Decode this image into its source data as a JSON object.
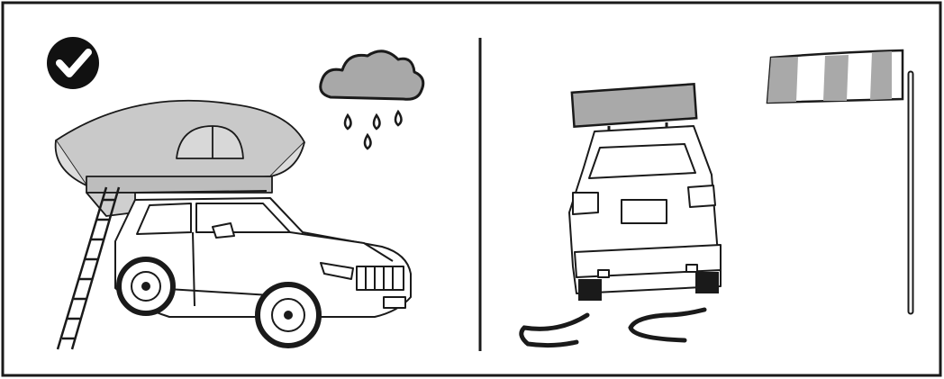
{
  "panels": [
    {
      "id": "left",
      "status_icon": "check-circle-icon",
      "weather_icon": "rain-cloud-icon",
      "scene": "suv-with-open-rooftop-tent"
    },
    {
      "id": "right",
      "weather_icon": "windsock-icon",
      "scene": "suv-rear-with-closed-rooftop-tent",
      "ground": "wind-swirl-lines"
    }
  ],
  "colors": {
    "line": "#1a1a1a",
    "tent_fill": "#c9c9c9",
    "cloud_fill": "#a8a8a8",
    "box_fill": "#a9a9a9",
    "badge": "#111111",
    "background": "#ffffff"
  }
}
